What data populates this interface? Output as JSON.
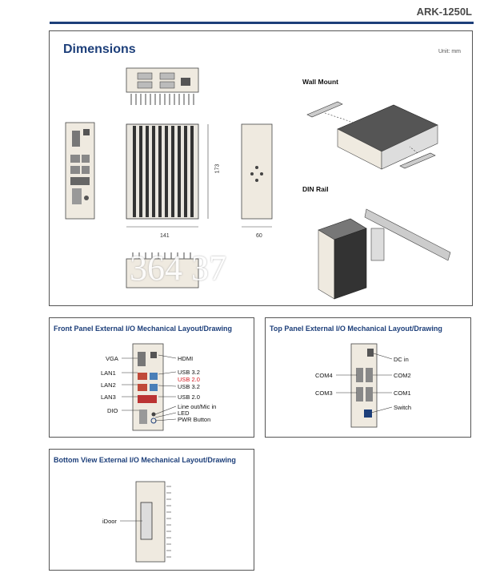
{
  "header": {
    "model": "ARK-1250L"
  },
  "dimensions": {
    "title": "Dimensions",
    "unit": "Unit: mm",
    "wall_mount_label": "Wall Mount",
    "din_rail_label": "DIN Rail",
    "width_value": "141",
    "height_value": "173",
    "depth_value": "60",
    "watermark_text": "364     37"
  },
  "front_panel": {
    "title": "Front Panel External I/O Mechanical Layout/Drawing",
    "left_labels": [
      "VGA",
      "LAN1",
      "LAN2",
      "LAN3",
      "DIO"
    ],
    "right_labels": [
      {
        "text": "HDMI",
        "color": "#111111"
      },
      {
        "text": "USB 3.2",
        "color": "#111111"
      },
      {
        "text": "USB 2.0",
        "color": "#d71920"
      },
      {
        "text": "USB 3.2",
        "color": "#111111"
      },
      {
        "text": "USB 2.0",
        "color": "#111111"
      },
      {
        "text": "Line out/Mic in",
        "color": "#111111"
      },
      {
        "text": "LED",
        "color": "#111111"
      },
      {
        "text": "PWR Button",
        "color": "#111111"
      }
    ]
  },
  "top_panel": {
    "title": "Top Panel External I/O Mechanical Layout/Drawing",
    "labels": {
      "dc_in": "DC in",
      "com4": "COM4",
      "com2": "COM2",
      "com3": "COM3",
      "com1": "COM1",
      "switch": "Switch"
    }
  },
  "bottom_view": {
    "title": "Bottom View External I/O Mechanical Layout/Drawing",
    "idoor_label": "iDoor"
  },
  "colors": {
    "accent": "#1d3f7a",
    "highlight": "#d71920",
    "device_body": "#efeae0"
  }
}
